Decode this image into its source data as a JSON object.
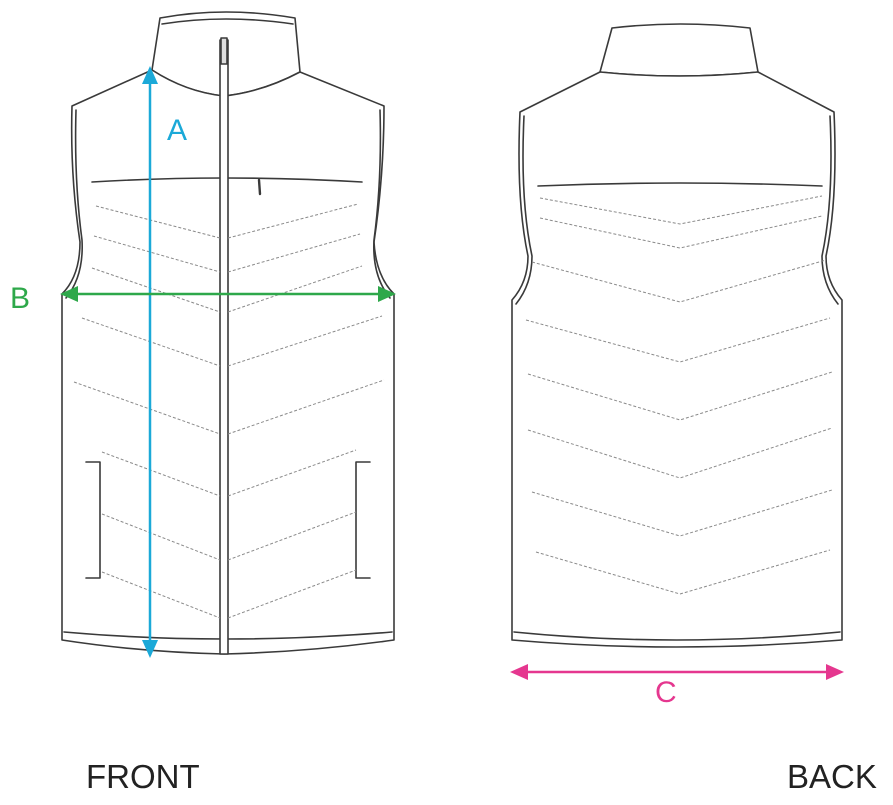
{
  "labels": {
    "front": "FRONT",
    "back": "BACK"
  },
  "dimensions": {
    "a": {
      "label": "A",
      "color": "#1ba9d8"
    },
    "b": {
      "label": "B",
      "color": "#2ea84a"
    },
    "c": {
      "label": "C",
      "color": "#e5378f"
    }
  },
  "colors": {
    "outline": "#3a3a3a",
    "stitch": "#8a8a8a"
  }
}
